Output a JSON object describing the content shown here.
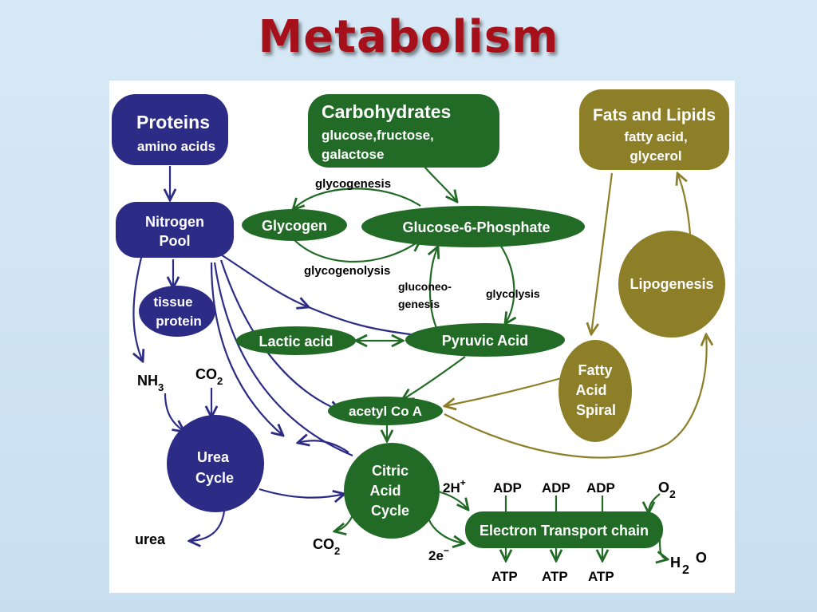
{
  "slide": {
    "title": "Metabolism"
  },
  "colors": {
    "protein": "#2c2c86",
    "carb": "#226b26",
    "fat": "#8d7e28",
    "title": "#a5101b"
  },
  "nodes": {
    "proteins": {
      "title": "Proteins",
      "sub": "amino acids"
    },
    "carbohydrates": {
      "title": "Carbohydrates",
      "line1": "glucose,fructose,",
      "line2": "galactose"
    },
    "fats": {
      "title": "Fats and Lipids",
      "line1": "fatty acid,",
      "line2": "glycerol"
    },
    "nitrogen_pool": {
      "line1": "Nitrogen",
      "line2": "Pool"
    },
    "glycogen": "Glycogen",
    "g6p": "Glucose-6-Phosphate",
    "tissue_protein": {
      "line1": "tissue",
      "line2": "protein"
    },
    "lipogenesis": "Lipogenesis",
    "lactic_acid": "Lactic acid",
    "pyruvic_acid": "Pyruvic Acid",
    "fatty_acid_spiral": {
      "line1": "Fatty",
      "line2": "Acid",
      "line3": "Spiral"
    },
    "acetyl_coa": "acetyl Co A",
    "urea_cycle": {
      "line1": "Urea",
      "line2": "Cycle"
    },
    "citric_acid_cycle": {
      "line1": "Citric",
      "line2": "Acid",
      "line3": "Cycle"
    },
    "etc": "Electron Transport chain"
  },
  "labels": {
    "glycogenesis": "glycogenesis",
    "glycogenolysis": "glycogenolysis",
    "gluconeogenesis_1": "gluconeo-",
    "gluconeogenesis_2": "genesis",
    "glycolysis": "glycolysis",
    "nh3": "NH",
    "nh3_sub": "3",
    "co2_top": "CO",
    "co2_top_sub": "2",
    "co2_bottom": "CO",
    "co2_bottom_sub": "2",
    "urea": "urea",
    "two_h": "2H",
    "two_h_sup": "+",
    "two_e": "2e",
    "two_e_sup": "−",
    "o2": "O",
    "o2_sub": "2",
    "h2o_h": "H",
    "h2o_sub": "2",
    "h2o_o": "O",
    "adp": [
      "ADP",
      "ADP",
      "ADP"
    ],
    "atp": [
      "ATP",
      "ATP",
      "ATP"
    ]
  }
}
